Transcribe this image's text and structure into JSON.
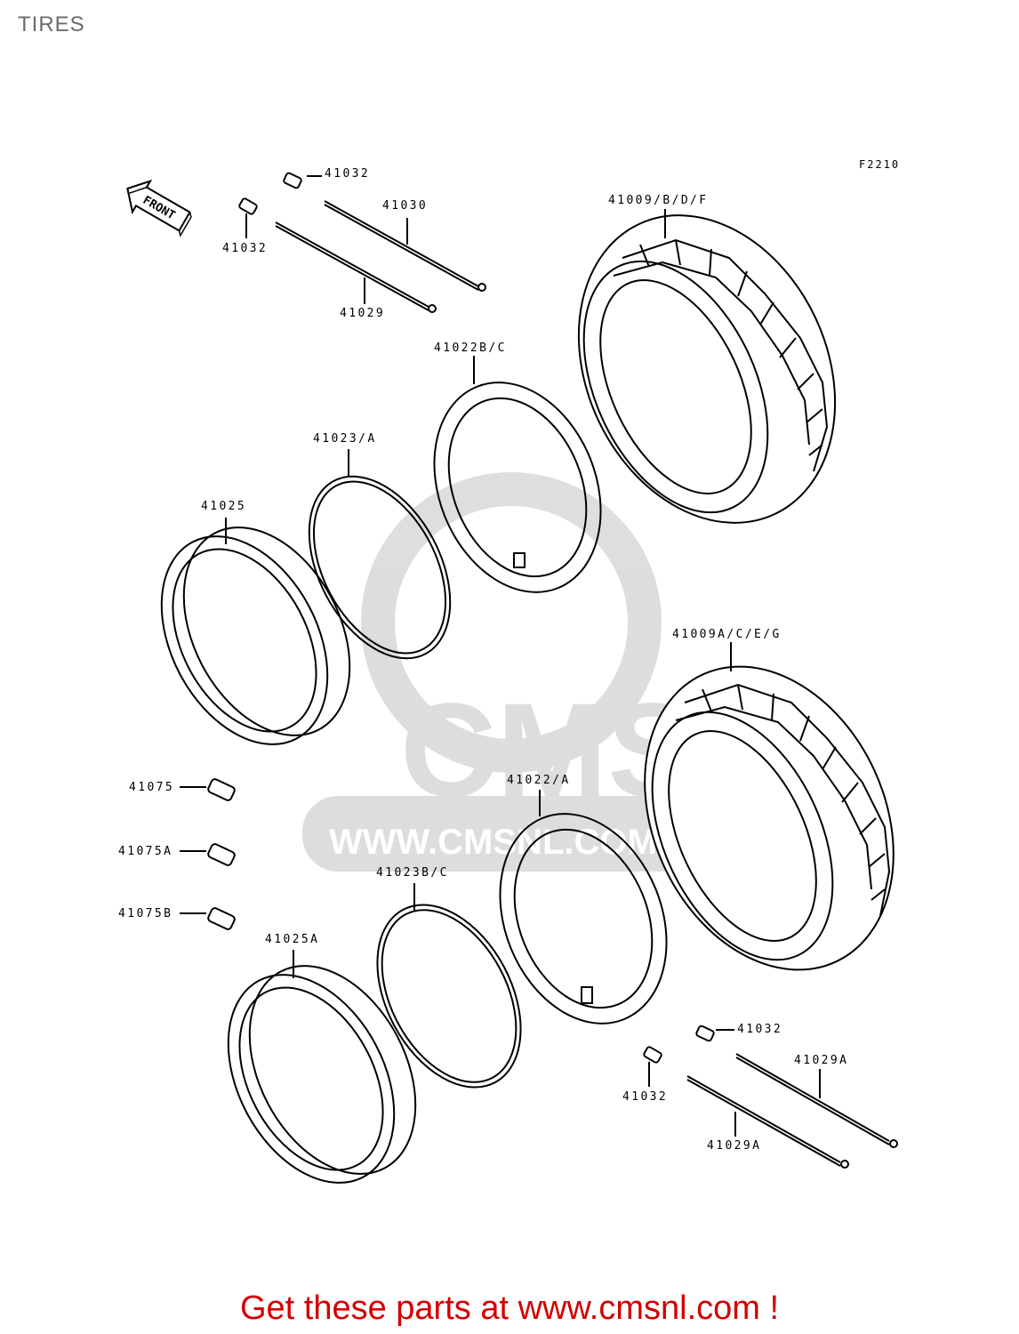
{
  "header": {
    "title": "TIRES",
    "figure_code": "F2210"
  },
  "front_arrow": {
    "label": "FRONT"
  },
  "watermark": {
    "brand": "CMS",
    "url": "WWW.CMSNL.COM"
  },
  "parts": [
    {
      "id": "41032-a",
      "label": "41032"
    },
    {
      "id": "41030",
      "label": "41030"
    },
    {
      "id": "41032-b",
      "label": "41032"
    },
    {
      "id": "41029",
      "label": "41029"
    },
    {
      "id": "41009",
      "label": "41009/B/D/F"
    },
    {
      "id": "41022bc",
      "label": "41022B/C"
    },
    {
      "id": "41023",
      "label": "41023/A"
    },
    {
      "id": "41025",
      "label": "41025"
    },
    {
      "id": "41009a",
      "label": "41009A/C/E/G"
    },
    {
      "id": "41075",
      "label": "41075"
    },
    {
      "id": "41022a",
      "label": "41022/A"
    },
    {
      "id": "41075a",
      "label": "41075A"
    },
    {
      "id": "41023bc",
      "label": "41023B/C"
    },
    {
      "id": "41075b",
      "label": "41075B"
    },
    {
      "id": "41025a",
      "label": "41025A"
    },
    {
      "id": "41032-c",
      "label": "41032"
    },
    {
      "id": "41029a-1",
      "label": "41029A"
    },
    {
      "id": "41032-d",
      "label": "41032"
    },
    {
      "id": "41029a-2",
      "label": "41029A"
    }
  ],
  "footer": {
    "text": "Get these parts at www.cmsnl.com !"
  }
}
